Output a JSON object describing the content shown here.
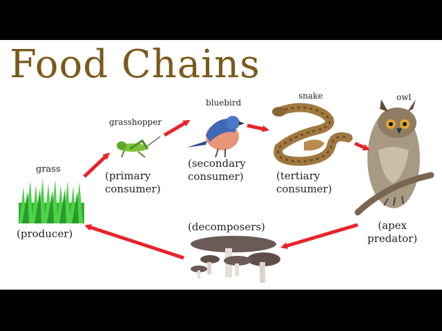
{
  "title": "Food Chains",
  "nodes": {
    "grass": {
      "name": "grass",
      "role": "(producer)"
    },
    "grasshopper": {
      "name": "grasshopper",
      "role_line1": "(primary",
      "role_line2": "consumer)"
    },
    "bluebird": {
      "name": "bluebird",
      "role_line1": "(secondary",
      "role_line2": "consumer)"
    },
    "snake": {
      "name": "snake",
      "role_line1": "(tertiary",
      "role_line2": "consumer)"
    },
    "owl": {
      "name": "owl",
      "role_line1": "(apex",
      "role_line2": "predator)"
    },
    "decomposers": {
      "role": "(decomposers)"
    }
  },
  "colors": {
    "arrow": "#e8232a",
    "title": "#7a5a1c",
    "grass": "#3cc43c",
    "mushroom": "#6b5b58"
  },
  "icons": [
    "grass-icon",
    "grasshopper-icon",
    "bluebird-icon",
    "snake-icon",
    "owl-icon",
    "mushroom-icon"
  ]
}
